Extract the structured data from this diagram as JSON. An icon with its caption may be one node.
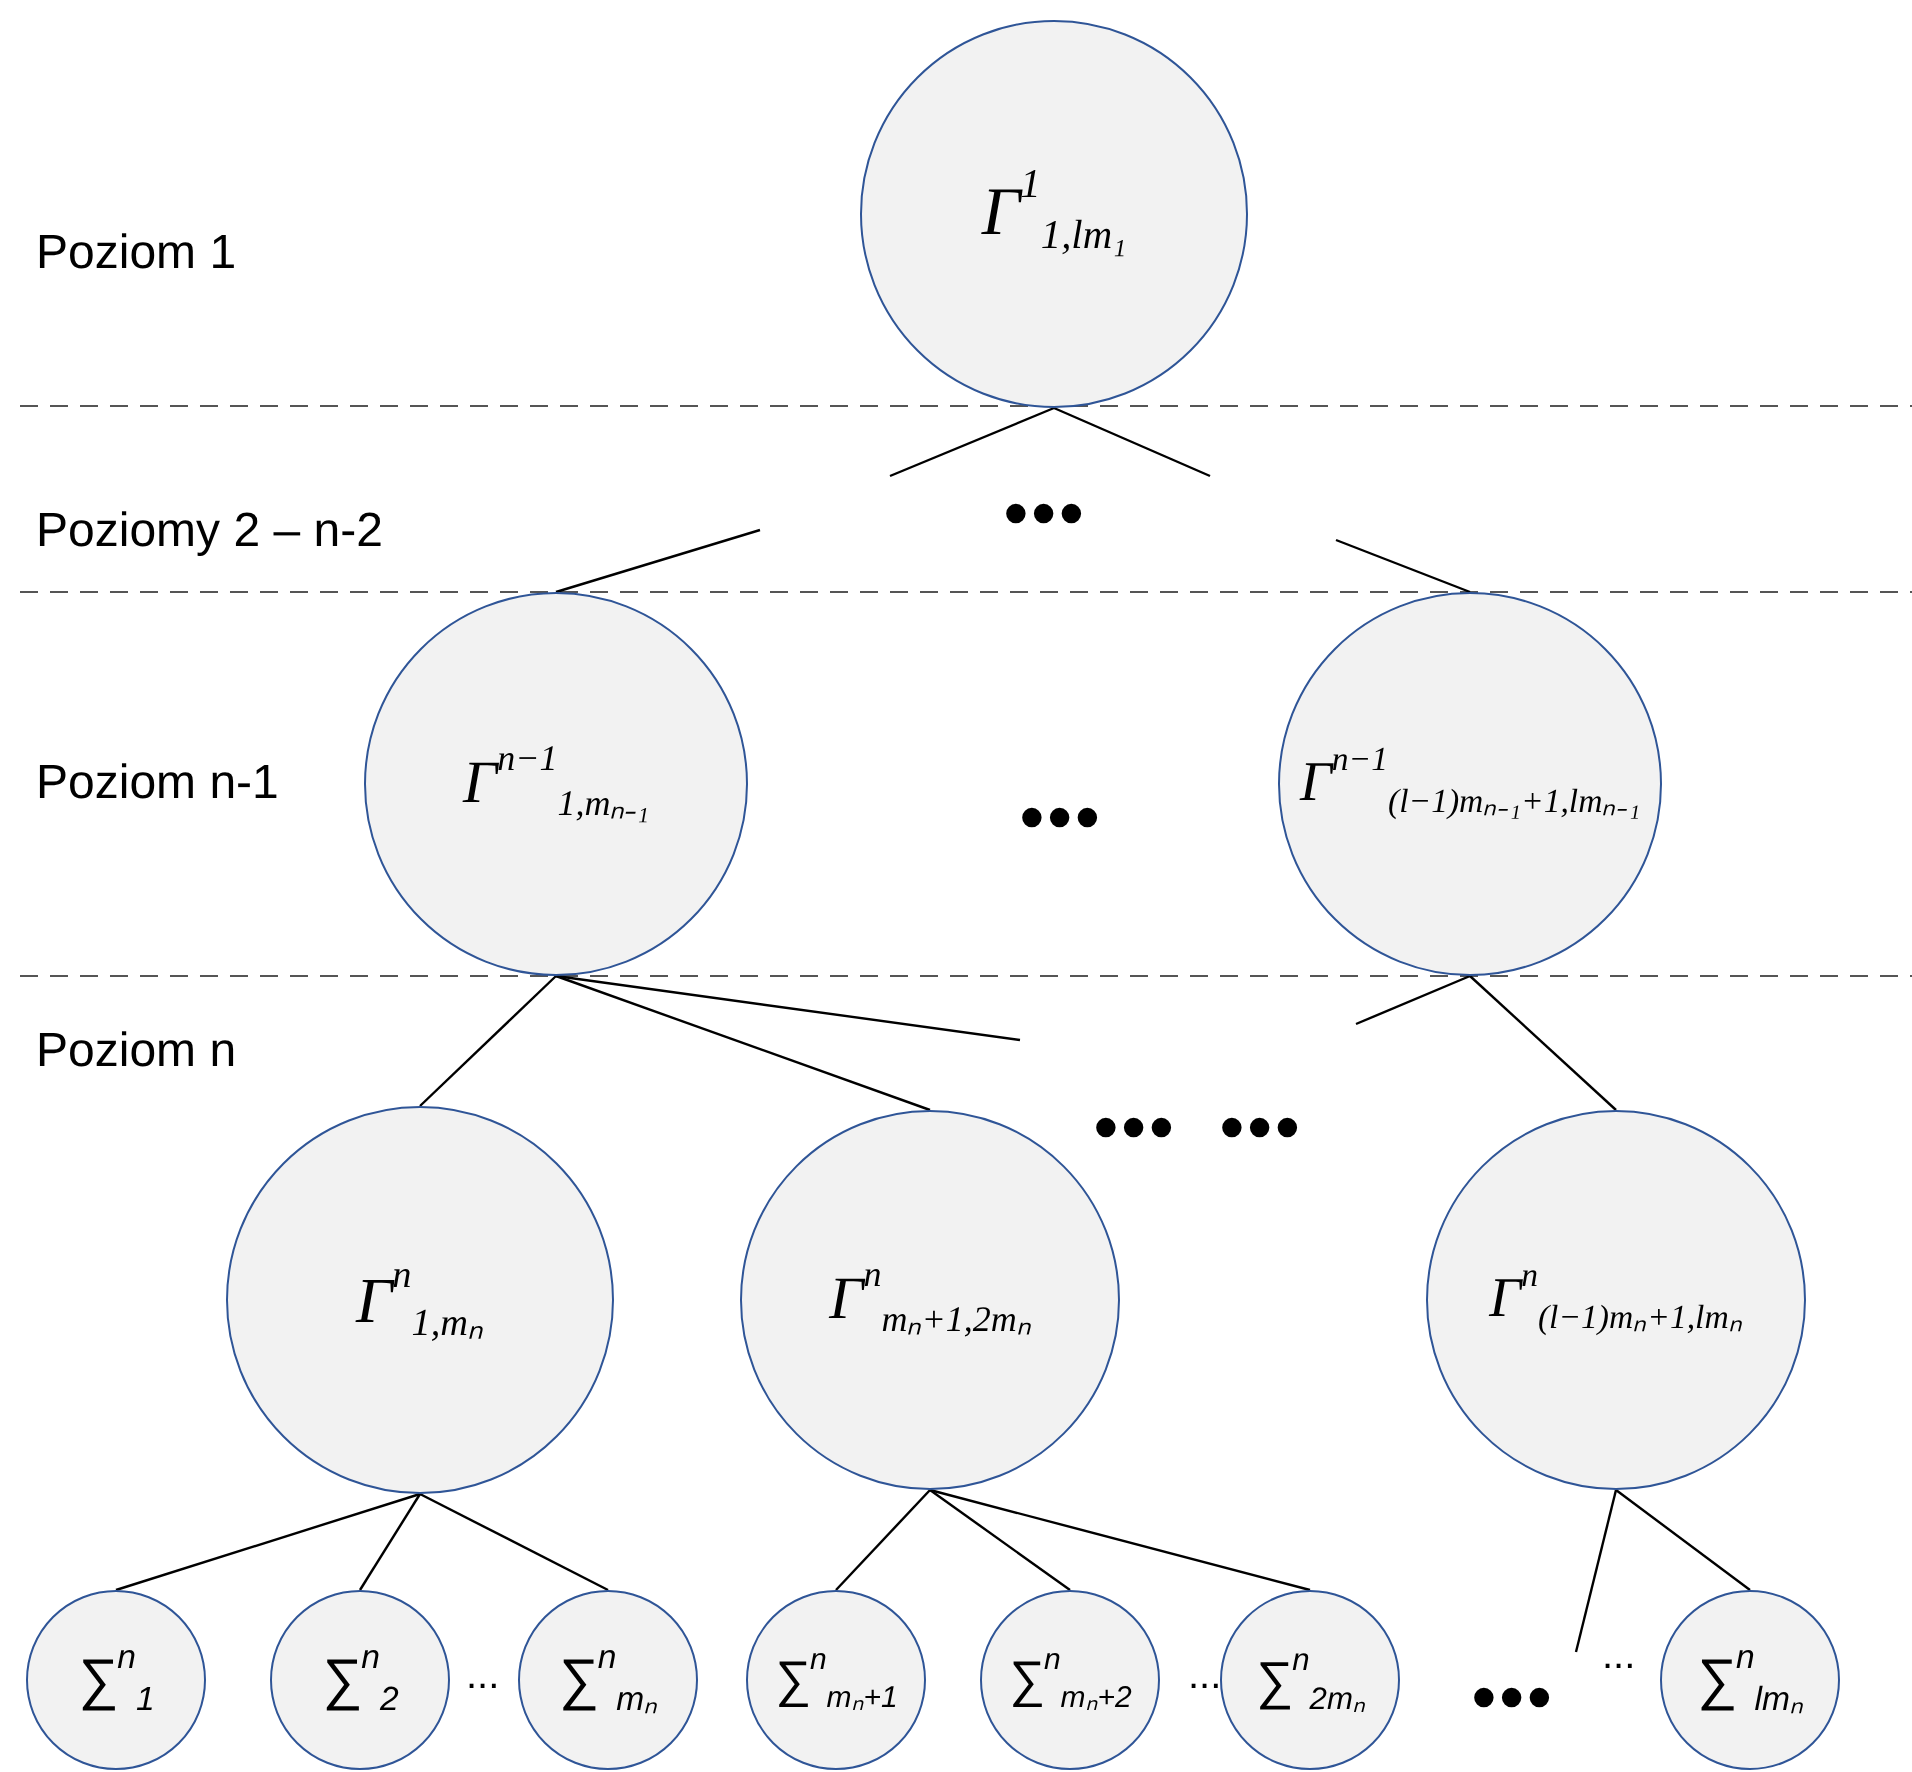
{
  "diagram": {
    "nodes": [
      {
        "text": [
          "Γ$^{1}$$_{1,lm₁}$"
        ]
      },
      {
        "text": [
          "Γ$^{n−1}$$_{1,mₙ₋₁}$"
        ]
      },
      {
        "text": [
          "Γ$^{n−1}$$_{(l−1)mₙ₋₁+1,lmₙ₋₁}$"
        ]
      },
      {
        "text": [
          "Γ$^{n}$$_{1,mₙ}$"
        ]
      },
      {
        "text": [
          "Γ$^{n}$$_{mₙ+1,2mₙ}$"
        ]
      },
      {
        "text": [
          "Γ$^{n}$$_{(l−1)mₙ+1,lmₙ}$"
        ]
      },
      {
        "text": [
          "∑$^{n}$$_{1}$"
        ]
      },
      {
        "text": [
          "∑$^{n}$$_{2}$"
        ]
      },
      {
        "text": [
          "∑$^{n}$$_{mₙ}$"
        ]
      },
      {
        "text": [
          "∑$^{n}$$_{mₙ+1}$"
        ]
      },
      {
        "text": [
          "∑$^{n}$$_{mₙ+2}$"
        ]
      },
      {
        "text": [
          "∑$^{n}$$_{2mₙ}$"
        ]
      },
      {
        "text": [
          "∑$^{n}$$_{lmₙ}$"
        ]
      }
    ],
    "edges": [
      {
        "from": 0,
        "to": null,
        "arrow": "none"
      },
      {
        "from": 0,
        "to": null,
        "arrow": "none"
      },
      {
        "from": null,
        "to": 1,
        "arrow": "none"
      },
      {
        "from": null,
        "to": 2,
        "arrow": "none"
      },
      {
        "from": 1,
        "to": 3,
        "arrow": "none"
      },
      {
        "from": 1,
        "to": 4,
        "arrow": "none"
      },
      {
        "from": 1,
        "to": null,
        "arrow": "none"
      },
      {
        "from": 2,
        "to": null,
        "arrow": "none"
      },
      {
        "from": 2,
        "to": 5,
        "arrow": "none"
      },
      {
        "from": 3,
        "to": 6,
        "arrow": "none"
      },
      {
        "from": 3,
        "to": 7,
        "arrow": "none"
      },
      {
        "from": 3,
        "to": 8,
        "arrow": "none"
      },
      {
        "from": 4,
        "to": 9,
        "arrow": "none"
      },
      {
        "from": 4,
        "to": 10,
        "arrow": "none"
      },
      {
        "from": 4,
        "to": 11,
        "arrow": "none"
      },
      {
        "from": 5,
        "to": null,
        "arrow": "none"
      },
      {
        "from": 5,
        "to": 12,
        "arrow": "none"
      }
    ],
    "labels": [
      "Poziom 1",
      "Poziomy 2 – n-2",
      "•••",
      "Poziom n-1",
      "•••",
      "Poziom n",
      "•••",
      "•••",
      "...",
      "...",
      "•••",
      "..."
    ]
  }
}
